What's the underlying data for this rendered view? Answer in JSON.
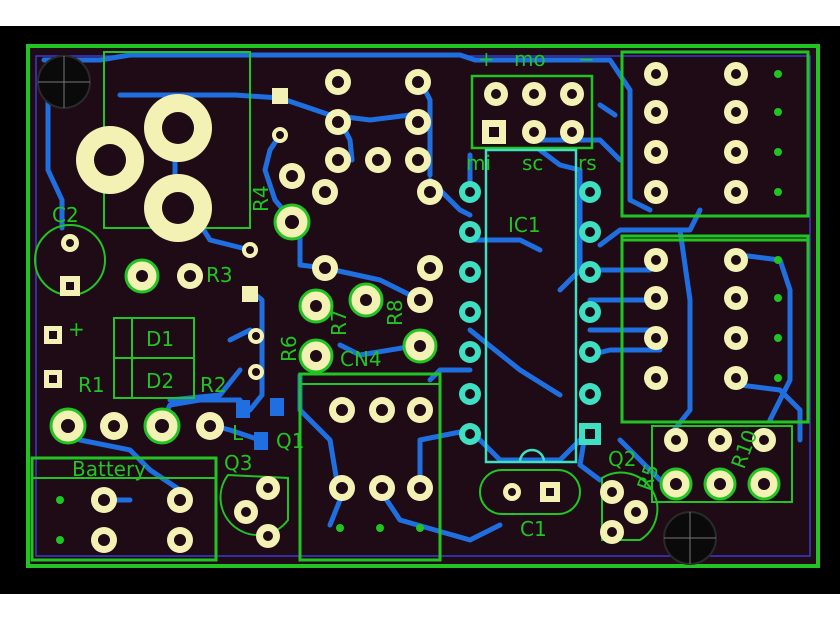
{
  "colors": {
    "background": "#000000",
    "board_fill": "#1e0b16",
    "silkscreen": "#21c421",
    "trace": "#1f6fe0",
    "pad": "#f4f1b4",
    "ic_pad": "#3fe0c2",
    "ic_outline": "#3fe0c2",
    "mount_hole": "#0a0a0a"
  },
  "labels": {
    "c2": "C2",
    "r4": "R4",
    "r3": "R3",
    "d1": "D1",
    "d2": "D2",
    "r1": "R1",
    "r2": "R2",
    "r6": "R6",
    "r7": "R7",
    "r8": "R8",
    "cn4": "CN4",
    "ic1": "IC1",
    "mo": "mo",
    "mi": "mi",
    "sc": "sc",
    "rs": "rs",
    "plus": "+",
    "minus": "−",
    "plus_c2": "+",
    "battery": "Battery",
    "q1": "Q1",
    "q2": "Q2",
    "q3": "Q3",
    "l_mark": "L",
    "r5": "R5",
    "r10": "R10",
    "c1": "C1"
  }
}
